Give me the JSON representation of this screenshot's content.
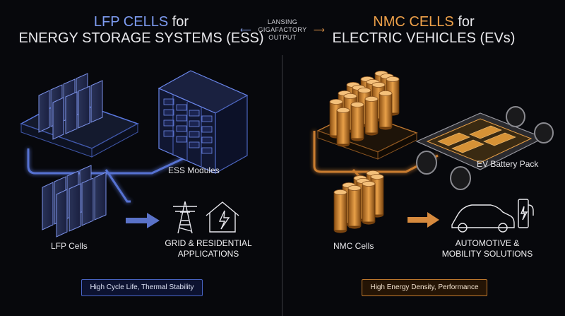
{
  "left": {
    "title_accent": "LFP CELLS",
    "title_rest": " for",
    "title_line2": "ENERGY STORAGE SYSTEMS (ESS)",
    "ess_label": "ESS Modules",
    "cells_label": "LFP Cells",
    "app_line1": "GRID & RESIDENTIAL",
    "app_line2": "APPLICATIONS",
    "badge": "High Cycle Life, Thermal Stability"
  },
  "center": {
    "line1": "LANSING",
    "line2": "GIGAFACTORY",
    "line3": "OUTPUT"
  },
  "right": {
    "title_accent": "NMC CELLS",
    "title_rest": " for",
    "title_line2": "ELECTRIC VEHICLES (EVs)",
    "pack_label": "EV Battery Pack",
    "cells_label": "NMC Cells",
    "app_line1": "AUTOMOTIVE &",
    "app_line2": "MOBILITY SOLUTIONS",
    "badge": "High Energy Density, Performance"
  },
  "colors": {
    "blue": "#7e9cf2",
    "orange": "#f0a24a",
    "background": "#07080c"
  }
}
